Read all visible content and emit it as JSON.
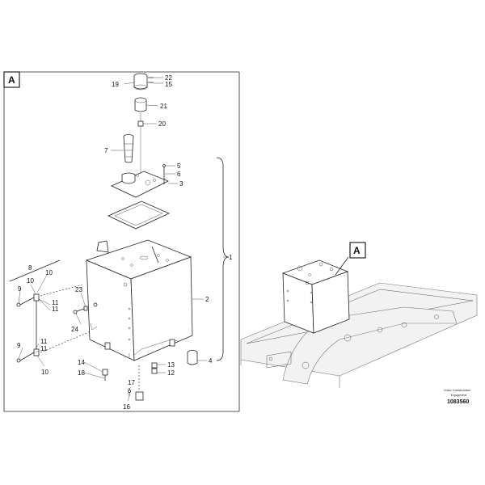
{
  "view_marker": "A",
  "detail_marker": "A",
  "callouts": {
    "c1": "1",
    "c2": "2",
    "c3": "3",
    "c4": "4",
    "c5": "5",
    "c6": "6",
    "c7": "7",
    "c8": "8",
    "c9a": "9",
    "c9b": "9",
    "c10a": "10",
    "c10b": "10",
    "c10c": "10",
    "c11a": "11",
    "c11b": "11",
    "c11c": "11",
    "c11d": "11",
    "c12": "12",
    "c13": "13",
    "c14": "14",
    "c15": "15",
    "c16": "16",
    "c17": "17",
    "c18": "18",
    "c19": "19",
    "c20": "20",
    "c21": "21",
    "c22": "22",
    "c23": "23",
    "c24": "24"
  },
  "footer": {
    "brand_line1": "Volvo Construction",
    "brand_line2": "Equipment",
    "drawing_number": "1083560"
  }
}
